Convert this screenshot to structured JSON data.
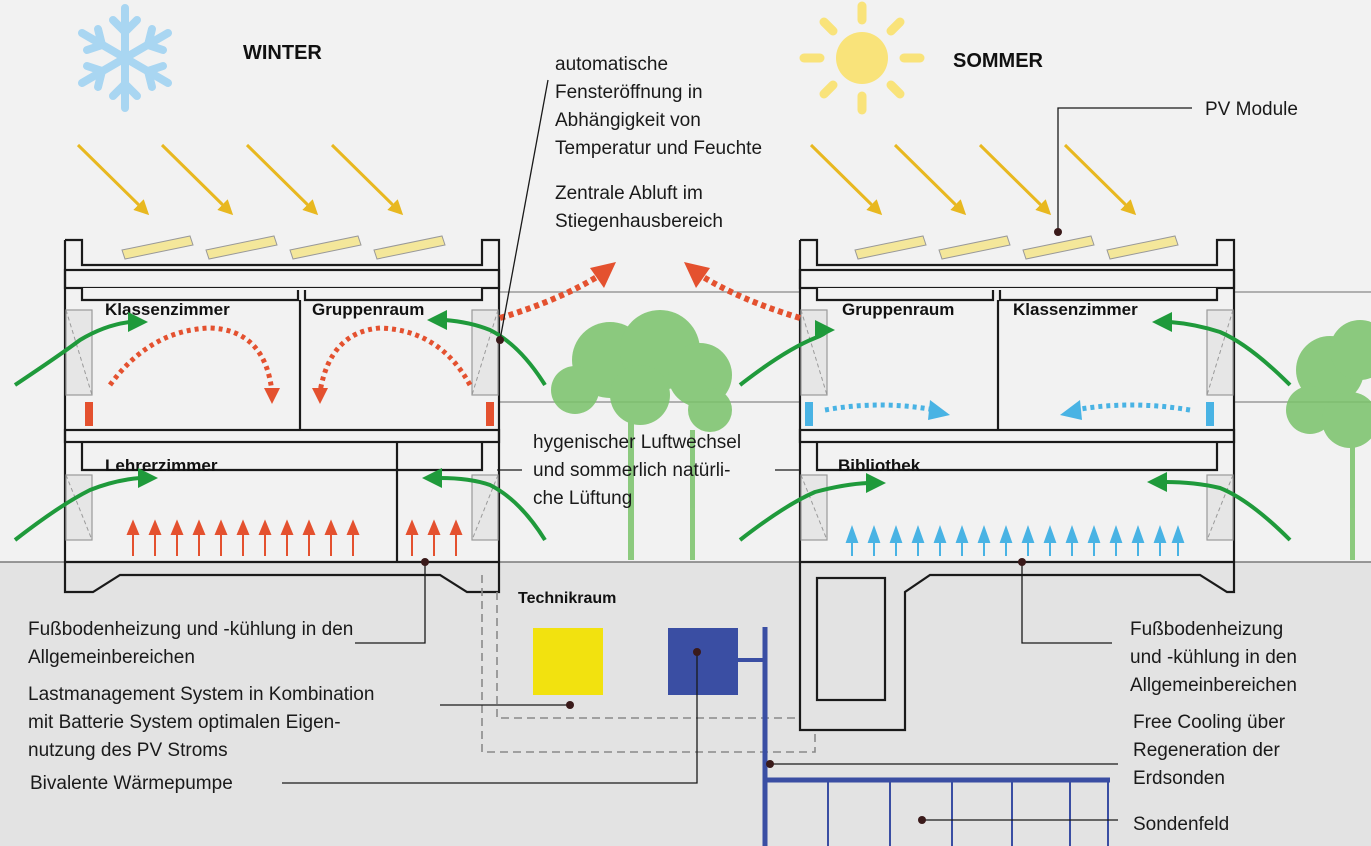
{
  "seasons": {
    "winter": "WINTER",
    "summer": "SOMMER"
  },
  "rooms": {
    "winter_upper_left": "Klassenzimmer",
    "winter_upper_right": "Gruppenraum",
    "winter_lower": "Lehrerzimmer",
    "summer_upper_left": "Gruppenraum",
    "summer_upper_right": "Klassenzimmer",
    "summer_lower": "Bibliothek",
    "technik": "Technikraum"
  },
  "annotations": {
    "window_opening": [
      "automatische",
      "Fensteröffnung in",
      "Abhängigkeit von",
      "Temperatur und Feuchte"
    ],
    "exhaust": [
      "Zentrale Abluft im",
      "Stiegenhausbereich"
    ],
    "pv": "PV Module",
    "ventilation": [
      "hygenischer Luftwechsel",
      "und sommerlich natürli-",
      "che Lüftung"
    ],
    "floor_left": [
      "Fußbodenheizung und -kühlung in den",
      "Allgemeinbereichen"
    ],
    "floor_right": [
      "Fußbodenheizung",
      "und -kühlung in den",
      "Allgemeinbereichen"
    ],
    "load_management": [
      "Lastmanagement System in Kombination",
      "mit Batterie System  optimalen Eigen-",
      "nutzung des PV Stroms"
    ],
    "heat_pump": "Bivalente Wärmepumpe",
    "free_cooling": [
      "Free Cooling über",
      "Regeneration der",
      "Erdsonden"
    ],
    "probe_field": "Sondenfeld"
  },
  "icons": {
    "winter": "snowflake-icon",
    "summer": "sun-icon",
    "tree": "tree-icon"
  },
  "colors": {
    "snowflake": "#a9d6f2",
    "sun": "#f9e37a",
    "sun_ray": "#e8b820",
    "pv_panel": "#f4e79a",
    "warm_air": "#e4512f",
    "cool_air": "#49b3e4",
    "fresh_air": "#1f9a3b",
    "heater": "#e4512f",
    "cooler": "#49b3e4",
    "battery": "#f2e20f",
    "heat_pump": "#3a4ea3",
    "pipes": "#3a4ea3",
    "tree": "#7ac36a",
    "ground": "#e3e3e3"
  }
}
